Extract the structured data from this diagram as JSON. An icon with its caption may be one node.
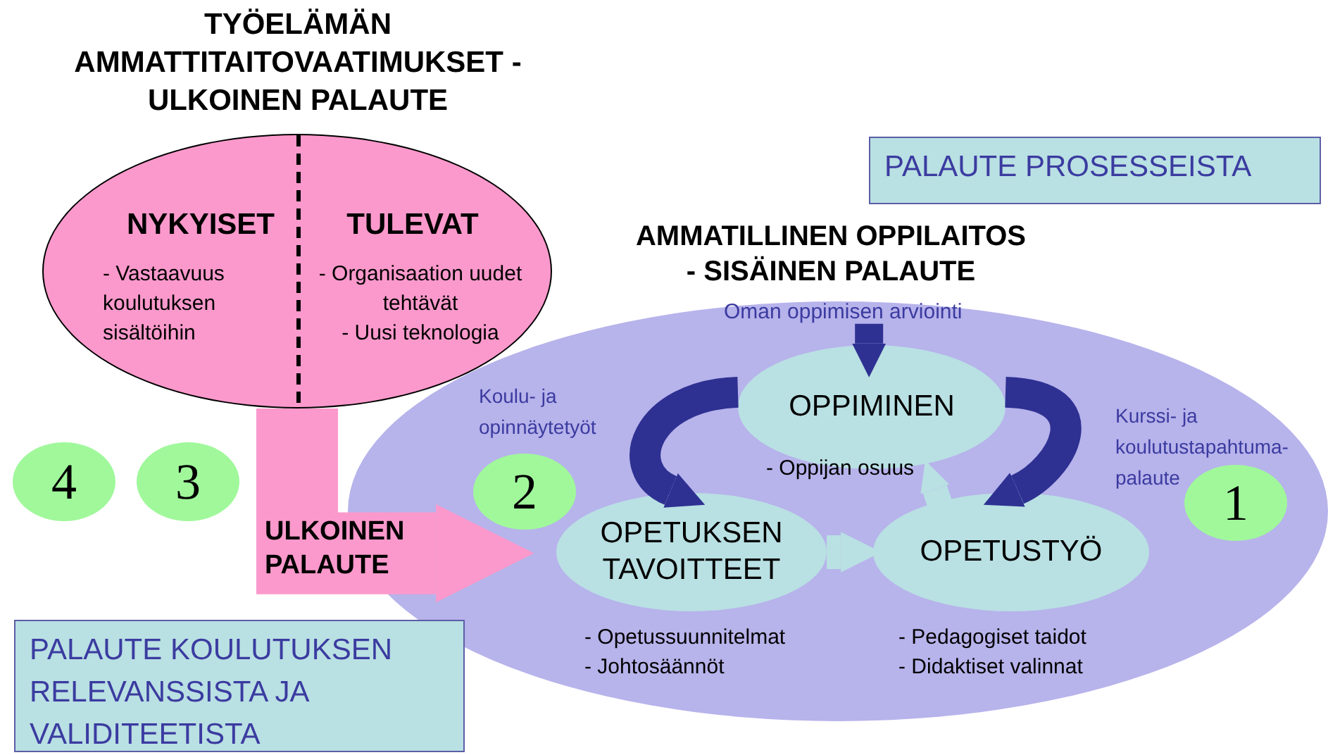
{
  "diagram": {
    "nodes": [
      {
        "text": [
          "TYÖELÄMÄN AMMATTITAITOVAATIMUKSET - ULKOINEN PALAUTE",
          "NYKYISET",
          "- Vastaavuus koulutuksen sisältöihin",
          "TULEVAT",
          "- Organisaation uudet tehtävät",
          "- Uusi teknologia"
        ]
      },
      {
        "text": [
          "AMMATILLINEN OPPILAITOS - SISÄINEN PALAUTE"
        ]
      },
      {
        "text": [
          "OPPIMINEN"
        ],
        "in": 1,
        "beside": [
          "- Oppijan osuus"
        ]
      },
      {
        "text": [
          "OPETUKSEN TAVOITTEET"
        ],
        "in": 1,
        "beside": [
          "- Opetussuunnitelmat",
          "- Johtosäännöt"
        ]
      },
      {
        "text": [
          "OPETUSTYÖ"
        ],
        "in": 1,
        "beside": [
          "- Pedagogiset taidot",
          "- Didaktiset valinnat"
        ]
      },
      {
        "text": [
          "PALAUTE PROSESSEISTA"
        ]
      },
      {
        "text": [
          "PALAUTE KOULUTUKSEN RELEVANSSISTA JA VALIDITEETISTA"
        ]
      },
      {
        "text": [
          "4"
        ]
      },
      {
        "text": [
          "3"
        ]
      },
      {
        "text": [
          "2"
        ],
        "in": 1
      },
      {
        "text": [
          "1"
        ],
        "in": 1
      }
    ],
    "edges": [
      {
        "from": 0,
        "to": 1,
        "arrow": "to",
        "label": "ULKOINEN PALAUTE",
        "style": "thick",
        "color": "#fc99cc"
      },
      {
        "from": null,
        "to": 2,
        "arrow": "to",
        "label": "Oman oppimisen arviointi"
      },
      {
        "from": 2,
        "to": 3,
        "arrow": "to",
        "label": "Koulu- ja opinnäytetyöt"
      },
      {
        "from": 2,
        "to": 4,
        "arrow": "to",
        "label": "Kurssi- ja koulutustapahtuma- palaute"
      },
      {
        "from": 3,
        "to": 4,
        "arrow": "to",
        "color": "#b9e0e3"
      },
      {
        "from": 4,
        "to": 2,
        "arrow": "to",
        "color": "#b9e0e3"
      }
    ]
  }
}
